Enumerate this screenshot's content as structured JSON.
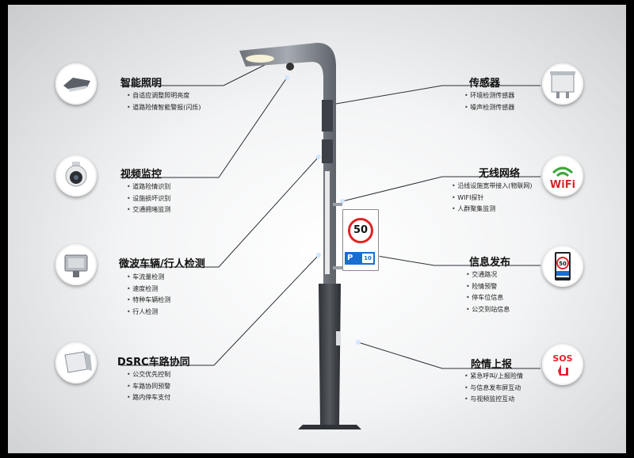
{
  "sign": {
    "speed": "50",
    "parking": "P",
    "spaces": "10"
  },
  "sign_icon": {
    "speed": "50"
  },
  "sos_icon": {
    "text": "SOS"
  },
  "wifi_icon": {
    "text": "WiFi"
  },
  "features": {
    "lighting": {
      "title": "智能照明",
      "items": [
        "自适应调整照明亮度",
        "道路险情智能警报(闪烁)"
      ]
    },
    "video": {
      "title": "视频监控",
      "items": [
        "道路险情识别",
        "设施损坏识别",
        "交通拥堵监测"
      ]
    },
    "radar": {
      "title": "微波车辆/行人检测",
      "items": [
        "车流量检测",
        "速度检测",
        "特种车辆检测",
        "行人检测"
      ]
    },
    "dsrc": {
      "title": "DSRC车路协同",
      "items": [
        "公交优先控制",
        "车路协同预警",
        "路内停车支付"
      ]
    },
    "sensor": {
      "title": "传感器",
      "items": [
        "环境检测传感器",
        "噪声检测传感器"
      ]
    },
    "wireless": {
      "title": "无线网络",
      "items": [
        "沿线设施宽带接入(物联网)",
        "WIFI探针",
        "人群聚集监测"
      ]
    },
    "info": {
      "title": "信息发布",
      "items": [
        "交通路况",
        "险情预警",
        "停车位信息",
        "公交到站信息"
      ]
    },
    "alarm": {
      "title": "险情上报",
      "items": [
        "紧急呼叫/上报险情",
        "与信息发布屏互动",
        "与视频监控互动"
      ]
    }
  },
  "colors": {
    "pole": "#8a8f96",
    "pole_dark": "#4a4e54",
    "line": "#2a2f36",
    "light_dot": "#9fd0ff",
    "sign_red": "#e02424",
    "sign_blue": "#1a6dd1",
    "sos_red": "#e2212a",
    "wifi_green": "#3aa63a",
    "wifi_red": "#d62828"
  }
}
